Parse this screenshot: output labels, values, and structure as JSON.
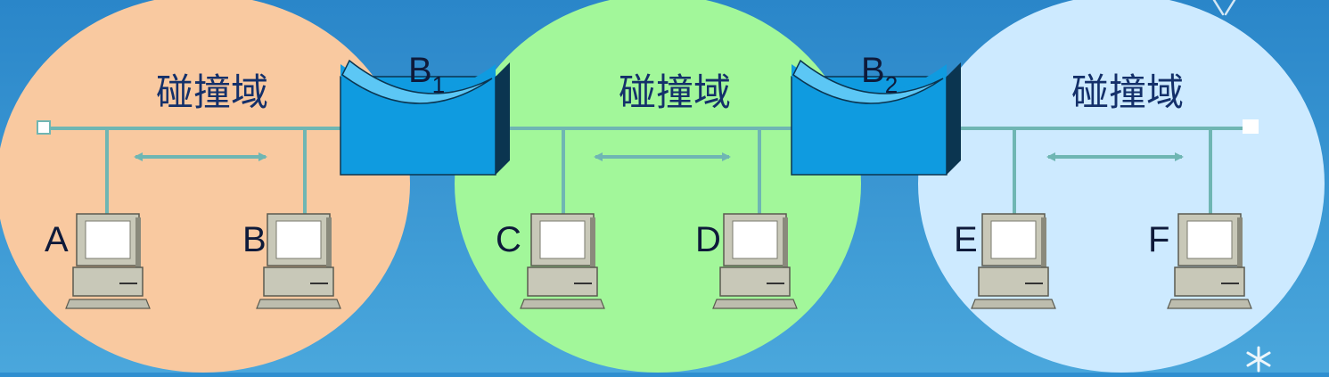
{
  "collision_domains": [
    {
      "label": "碰撞域",
      "color": "#f9c9a0"
    },
    {
      "label": "碰撞域",
      "color": "#a2f79a"
    },
    {
      "label": "碰撞域",
      "color": "#cdeaff"
    }
  ],
  "computers": [
    "A",
    "B",
    "C",
    "D",
    "E",
    "F"
  ],
  "bridges": [
    {
      "letter": "B",
      "sub": "1"
    },
    {
      "letter": "B",
      "sub": "2"
    }
  ],
  "colors": {
    "background": "#2f8fd0",
    "line": "#6fb6b3",
    "bridge_front": "#0f9be0",
    "bridge_top": "#5cc7f5",
    "bridge_side": "#0b3550"
  }
}
